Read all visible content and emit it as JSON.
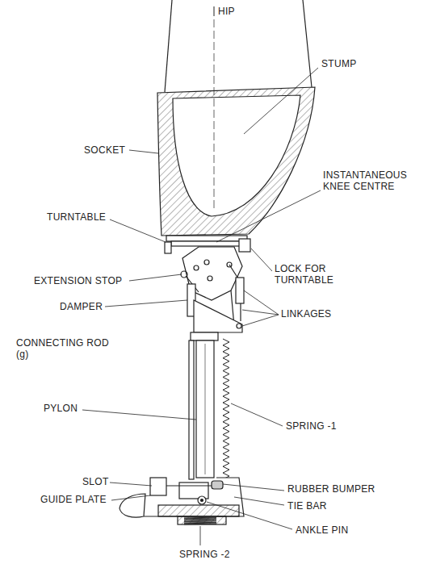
{
  "diagram": {
    "labels": [
      "HIP",
      "STUMP",
      "SOCKET",
      "INSTANTANEOUS KNEE CENTRE",
      "TURNTABLE",
      "LOCK FOR TURNTABLE",
      "EXTENSION STOP",
      "DAMPER",
      "LINKAGES",
      "CONNECTING ROD (g)",
      "PYLON",
      "SPRING -1",
      "SLOT",
      "RUBBER BUMPER",
      "GUIDE PLATE",
      "TIE BAR",
      "ANKLE PIN",
      "SPRING -2"
    ]
  }
}
